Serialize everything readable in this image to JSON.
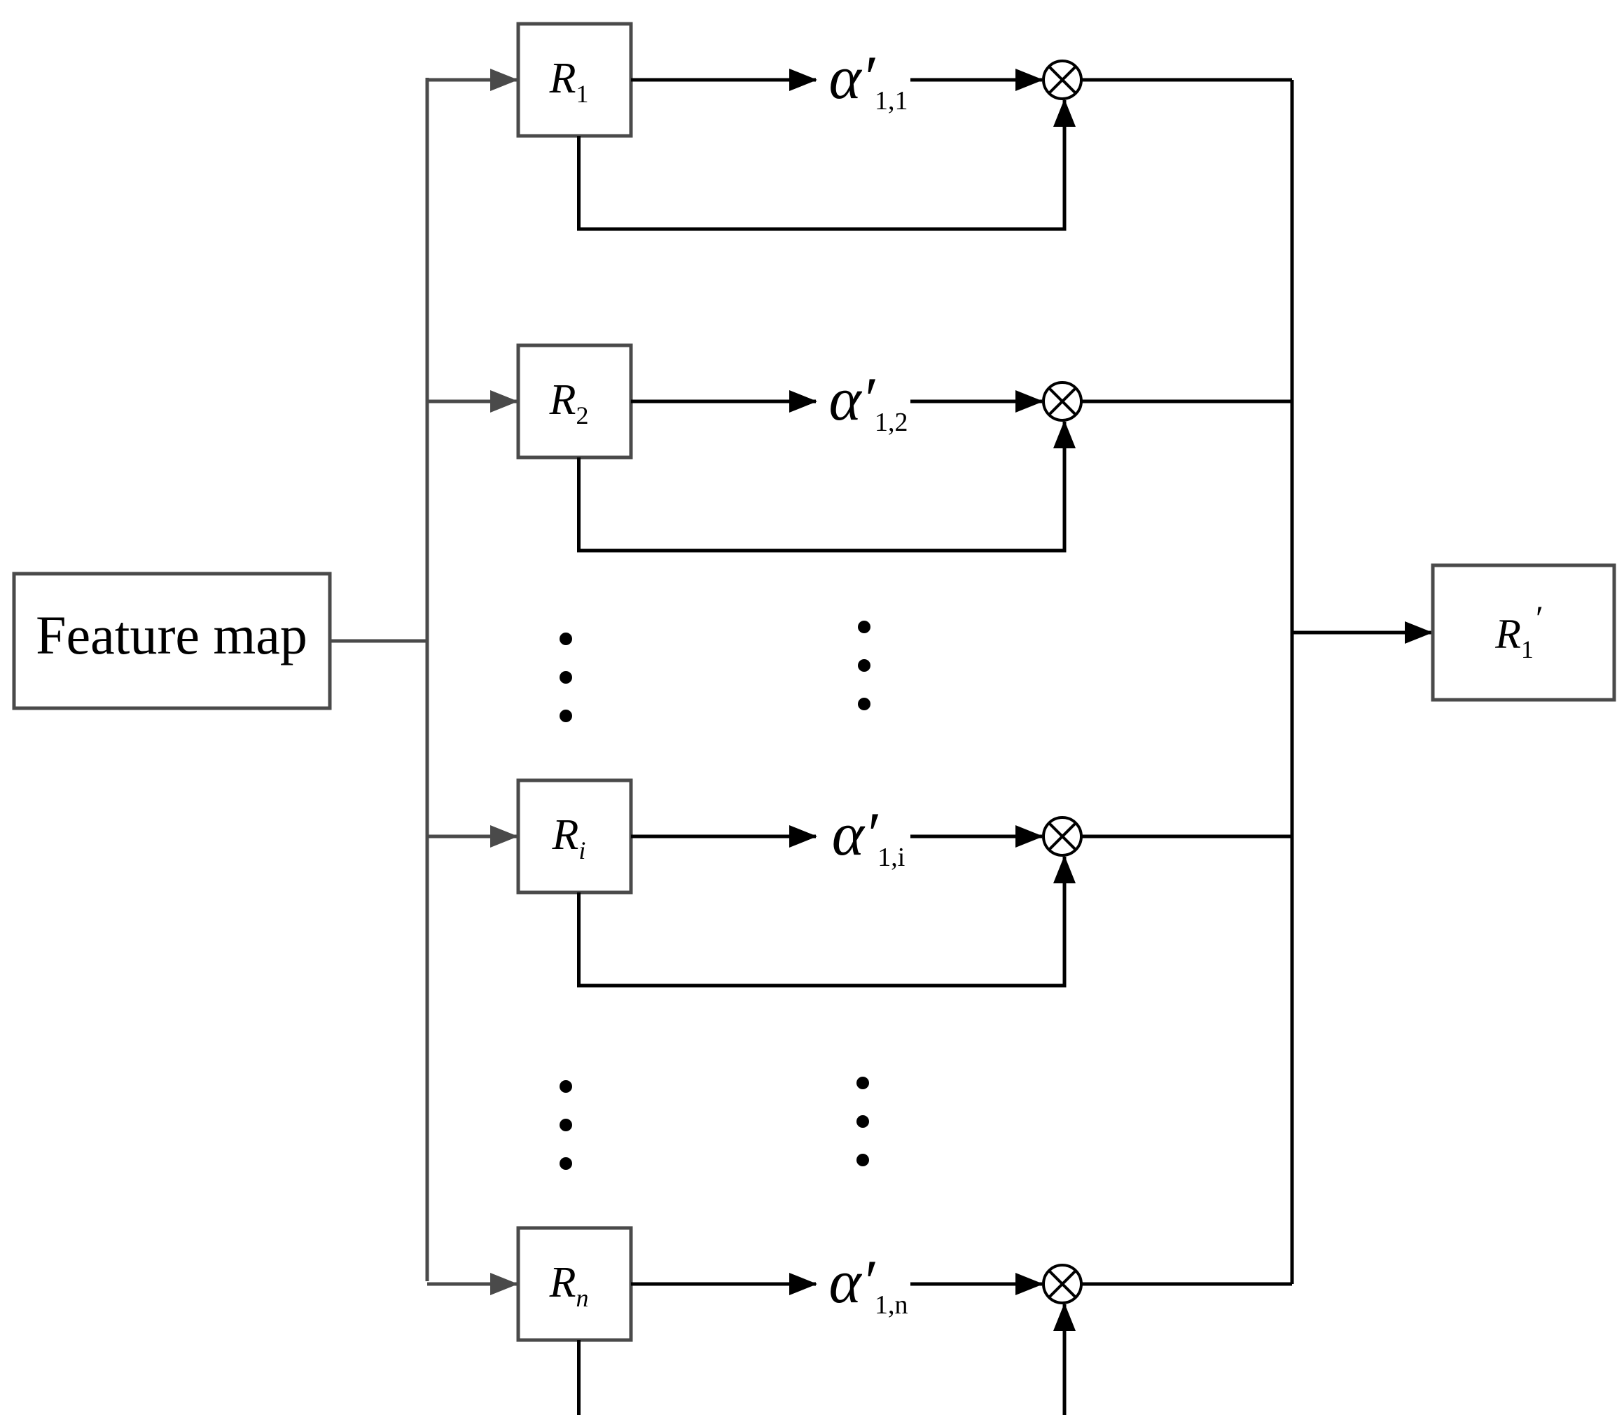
{
  "feature_map": {
    "label": "Feature map"
  },
  "rows": [
    {
      "id": "1",
      "box": {
        "main": "R",
        "sub": "1"
      },
      "alpha": {
        "main": "α′",
        "sub": "1,1"
      }
    },
    {
      "id": "2",
      "box": {
        "main": "R",
        "sub": "2"
      },
      "alpha": {
        "main": "α′",
        "sub": "1,2"
      }
    },
    {
      "id": "i",
      "box": {
        "main": "R",
        "sub": "i"
      },
      "alpha": {
        "main": "α′",
        "sub": "1,i"
      }
    },
    {
      "id": "n",
      "box": {
        "main": "R",
        "sub": "n"
      },
      "alpha": {
        "main": "α′",
        "sub": "1,n"
      }
    }
  ],
  "output": {
    "main": "R",
    "sub": "1",
    "prime": "′"
  },
  "operator": "otimes"
}
